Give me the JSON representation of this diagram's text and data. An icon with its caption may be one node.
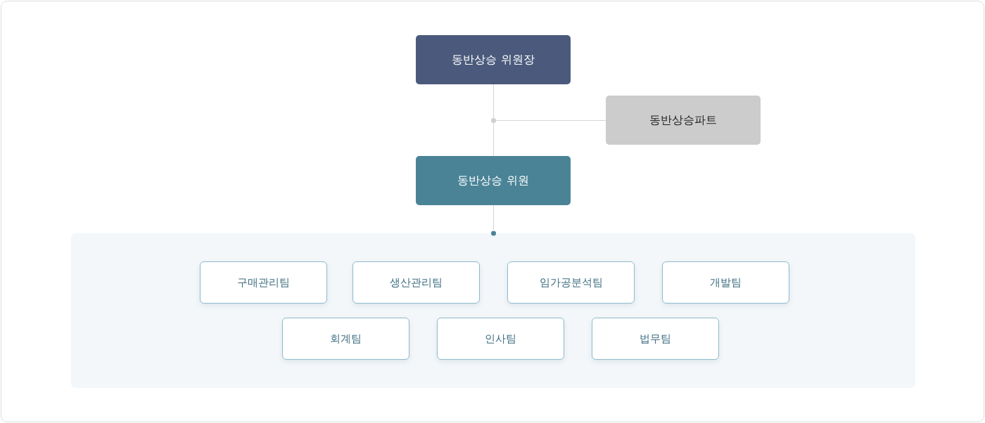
{
  "diagram": {
    "nodes": [
      {
        "text": [
          "동반상승 위원장"
        ]
      },
      {
        "text": [
          "동반상승파트"
        ]
      },
      {
        "text": [
          "동반상승 위원"
        ]
      },
      {
        "text": [],
        "shape": "box"
      },
      {
        "text": [
          "구매관리팀"
        ],
        "in": 3
      },
      {
        "text": [
          "생산관리팀"
        ],
        "in": 3
      },
      {
        "text": [
          "임가공분석팀"
        ],
        "in": 3
      },
      {
        "text": [
          "개발팀"
        ],
        "in": 3
      },
      {
        "text": [
          "회계팀"
        ],
        "in": 3
      },
      {
        "text": [
          "인사팀"
        ],
        "in": 3
      },
      {
        "text": [
          "법무팀"
        ],
        "in": 3
      }
    ],
    "edges": [
      {
        "from": 0,
        "to": 2,
        "arrow": "none"
      },
      {
        "from": 0,
        "to": 1,
        "arrow": "none"
      },
      {
        "from": 2,
        "to": 3,
        "arrow": "other"
      }
    ]
  }
}
